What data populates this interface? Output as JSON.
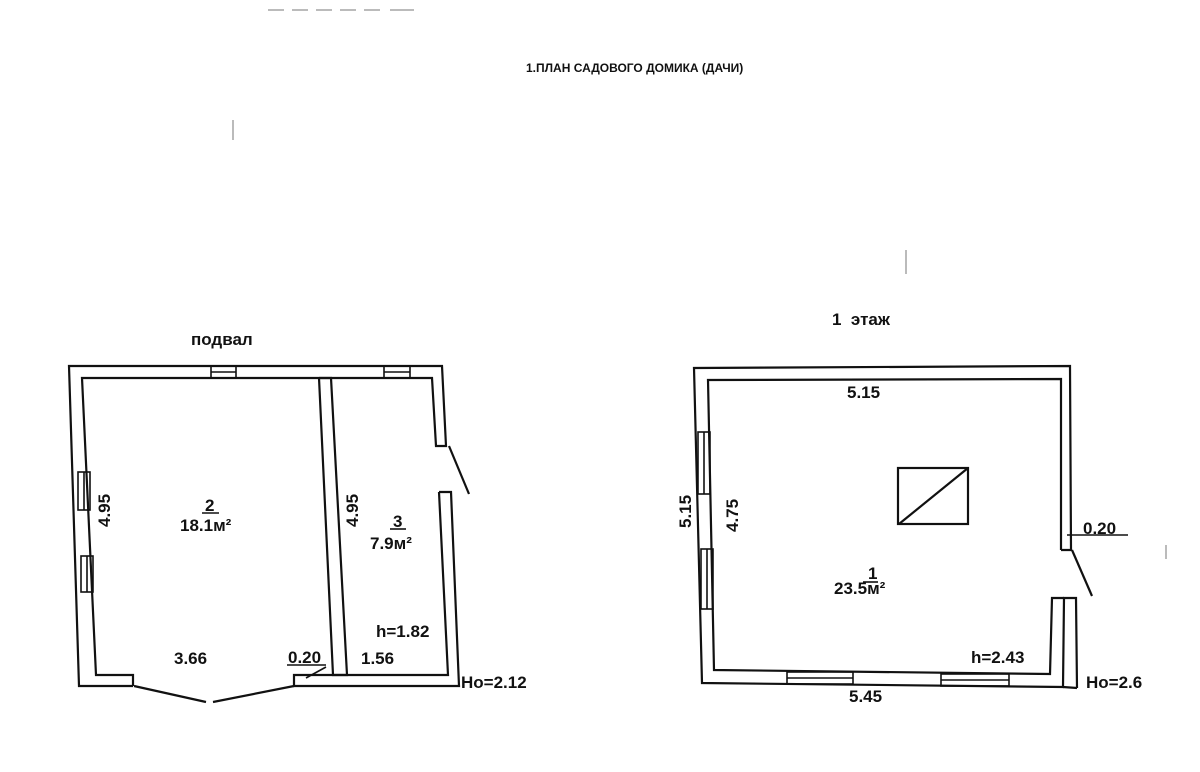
{
  "document": {
    "title": "1.ПЛАН САДОВОГО ДОМИКА (ДАЧИ)"
  },
  "basement": {
    "label": "подвал",
    "rooms": [
      {
        "number": "2",
        "area": "18.1м²"
      },
      {
        "number": "3",
        "area": "7.9м²"
      }
    ],
    "dimensions": {
      "room2_height_side": "4.95",
      "room3_height_side": "4.95",
      "room2_width": "3.66",
      "wall_thickness": "0.20",
      "room3_width": "1.56",
      "ceiling_height": "h=1.82",
      "total_height": "Ho=2.12"
    }
  },
  "first_floor": {
    "label": "1  этаж",
    "rooms": [
      {
        "number": "1",
        "area": "23.5м²"
      }
    ],
    "dimensions": {
      "top_width": "5.15",
      "outer_side": "5.15",
      "inner_side": "4.75",
      "wall_thickness": "0.20",
      "bottom_width": "5.45",
      "ceiling_height": "h=2.43",
      "total_height": "Ho=2.6"
    }
  }
}
